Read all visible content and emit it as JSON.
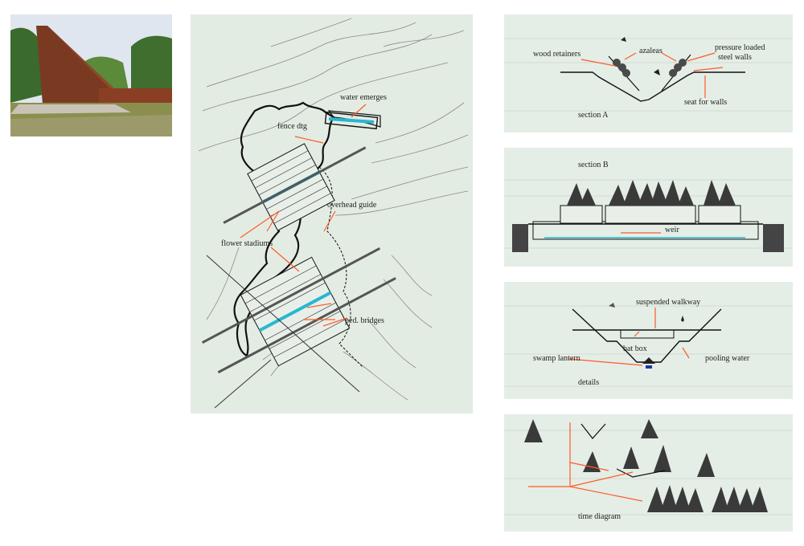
{
  "photo": {
    "sky": "#dfe6ef",
    "sculpture": "#7a3a22",
    "trees": "#3f6e2e",
    "grass": "#8a8f4e",
    "path": "#c9c3b6"
  },
  "plan": {
    "labels": {
      "water_emerges": "water emerges",
      "fence_dtg": "fence dtg",
      "overhead_guide": "overhead guide",
      "flower_stadiums": "flower stadiums",
      "ped_bridges": "ped. bridges"
    },
    "colors": {
      "paper": "#e3ece3",
      "contour": "#7d7d7d",
      "water": "#27b7d0",
      "leader": "#ff5a2a",
      "ink": "#222222"
    }
  },
  "section_a": {
    "title": "section A",
    "labels": {
      "wood_retainers": "wood retainers",
      "azaleas": "azaleas",
      "pressure_loaded": "pressure loaded",
      "steel_walls": "steel walls",
      "seat_for_walls": "seat for walls"
    }
  },
  "section_b": {
    "title": "section B",
    "labels": {
      "weir": "weir"
    }
  },
  "details": {
    "title": "details",
    "labels": {
      "suspended_walkway": "suspended walkway",
      "bat_box": "bat box",
      "swamp_lantern": "swamp lantern",
      "pooling_water": "pooling water"
    }
  },
  "time_diagram": {
    "title": "time diagram"
  }
}
